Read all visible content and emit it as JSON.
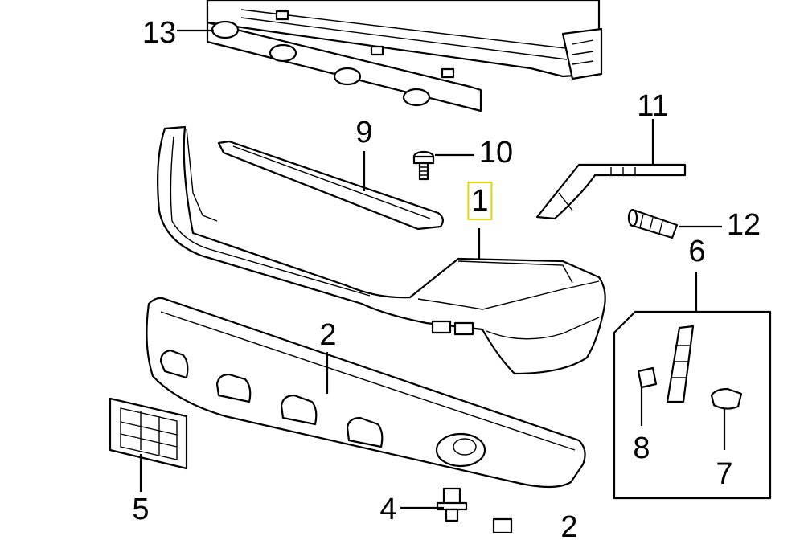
{
  "diagram": {
    "callouts": [
      {
        "id": "c1",
        "label": "1",
        "highlighted": true
      },
      {
        "id": "c2",
        "label": "2"
      },
      {
        "id": "c2b",
        "label": "2"
      },
      {
        "id": "c4",
        "label": "4"
      },
      {
        "id": "c5",
        "label": "5"
      },
      {
        "id": "c6",
        "label": "6"
      },
      {
        "id": "c7",
        "label": "7"
      },
      {
        "id": "c8",
        "label": "8"
      },
      {
        "id": "c9",
        "label": "9"
      },
      {
        "id": "c10",
        "label": "10"
      },
      {
        "id": "c11",
        "label": "11"
      },
      {
        "id": "c12",
        "label": "12"
      },
      {
        "id": "c13",
        "label": "13"
      }
    ],
    "highlight_color": "#e8d600"
  }
}
